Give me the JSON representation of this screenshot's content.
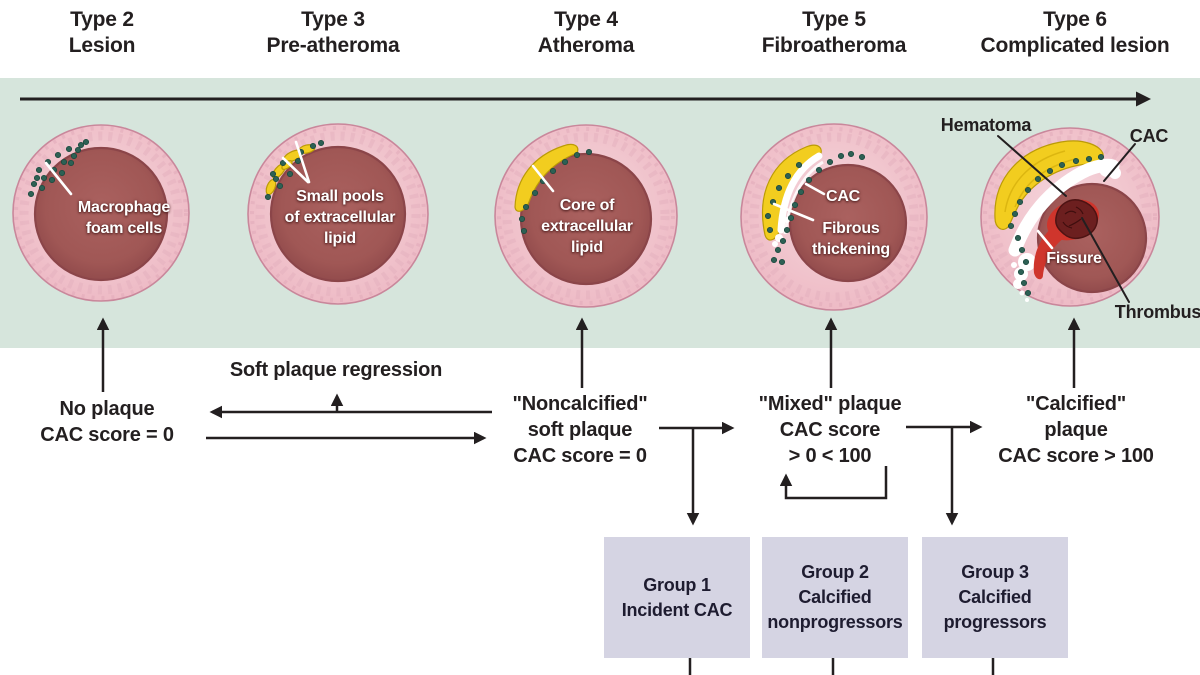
{
  "colors": {
    "band_green": "#d6e5dc",
    "group_box_lavender": "#d5d4e3",
    "text_dark": "#231f20",
    "vessel_wall_pink": "#f1c6ce",
    "vessel_wall_edge": "#c9879b",
    "lumen_red_brown": "#a25a59",
    "lipid_yellow": "#f2cd1f",
    "foam_cell_teal": "#2d6054",
    "cac_white": "#ffffff",
    "thrombus_dark_red": "#6c1f1f",
    "fissure_red": "#cf352c"
  },
  "headers": [
    {
      "line1": "Type 2",
      "line2": "Lesion"
    },
    {
      "line1": "Type 3",
      "line2": "Pre-atheroma"
    },
    {
      "line1": "Type 4",
      "line2": "Atheroma"
    },
    {
      "line1": "Type 5",
      "line2": "Fibroatheroma"
    },
    {
      "line1": "Type 6",
      "line2": "Complicated lesion"
    }
  ],
  "artery_labels": {
    "macrophage_line1": "Macrophage",
    "macrophage_line2": "foam cells",
    "small_pools_line1": "Small pools",
    "small_pools_line2": "of extracellular",
    "small_pools_line3": "lipid",
    "core_line1": "Core of",
    "core_line2": "extracellular",
    "core_line3": "lipid",
    "cac_type5": "CAC",
    "fibrous_line1": "Fibrous",
    "fibrous_line2": "thickening",
    "hematoma": "Hematoma",
    "cac_type6": "CAC",
    "fissure": "Fissure",
    "thrombus": "Thrombus"
  },
  "flow": {
    "no_plaque_line1": "No plaque",
    "no_plaque_line2": "CAC score = 0",
    "regression": "Soft plaque regression",
    "noncalcified_line1": "\"Noncalcified\"",
    "noncalcified_line2": "soft plaque",
    "noncalcified_line3": "CAC score = 0",
    "mixed_line1": "\"Mixed\" plaque",
    "mixed_line2": "CAC score",
    "mixed_line3": "> 0 < 100",
    "calcified_line1": "\"Calcified\"",
    "calcified_line2": "plaque",
    "calcified_line3": "CAC score > 100"
  },
  "groups": [
    {
      "line1": "Group 1",
      "line2": "Incident CAC"
    },
    {
      "line1": "Group 2",
      "line2": "Calcified",
      "line3": "nonprogressors"
    },
    {
      "line1": "Group 3",
      "line2": "Calcified",
      "line3": "progressors"
    }
  ]
}
